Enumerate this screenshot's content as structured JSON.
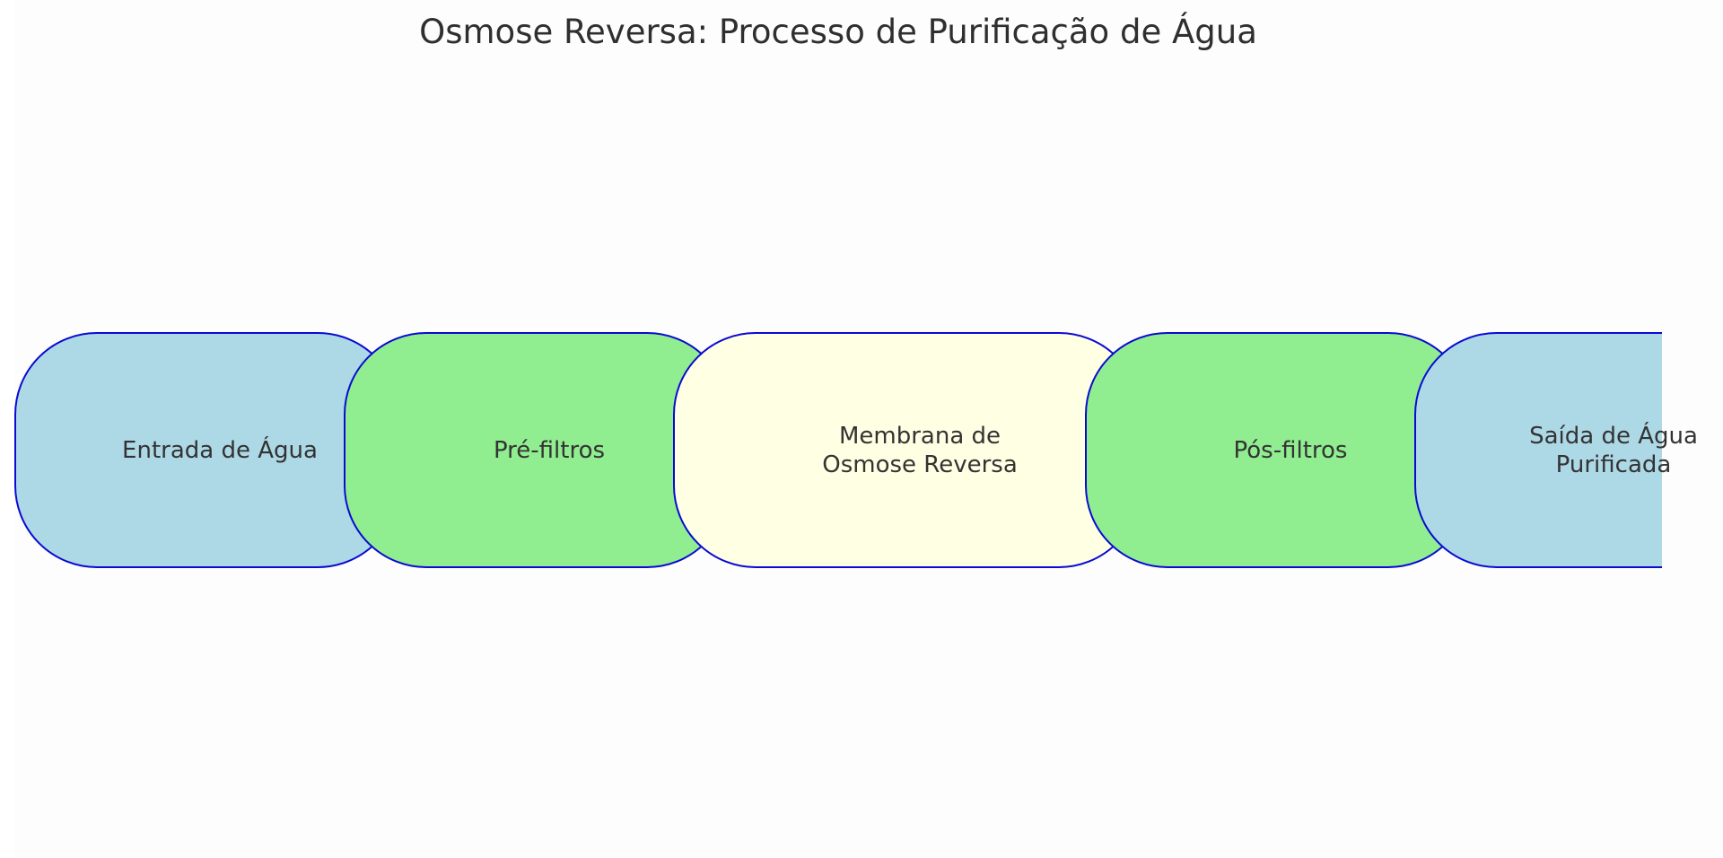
{
  "diagram": {
    "title": "Osmose Reversa: Processo de Purificação de Água",
    "colors": {
      "background": "#fdfdfd",
      "box_border": "#0a0ad2",
      "text": "#333333"
    },
    "steps": [
      {
        "label": "Entrada de Água",
        "fill": "#add8e6"
      },
      {
        "label": "Pré-filtros",
        "fill": "#90ee90"
      },
      {
        "label": "Membrana de\nOsmose Reversa",
        "fill": "#ffffe4"
      },
      {
        "label": "Pós-filtros",
        "fill": "#90ee90"
      },
      {
        "label": "Saída de Água\nPurificada",
        "fill": "#add8e6"
      }
    ]
  }
}
